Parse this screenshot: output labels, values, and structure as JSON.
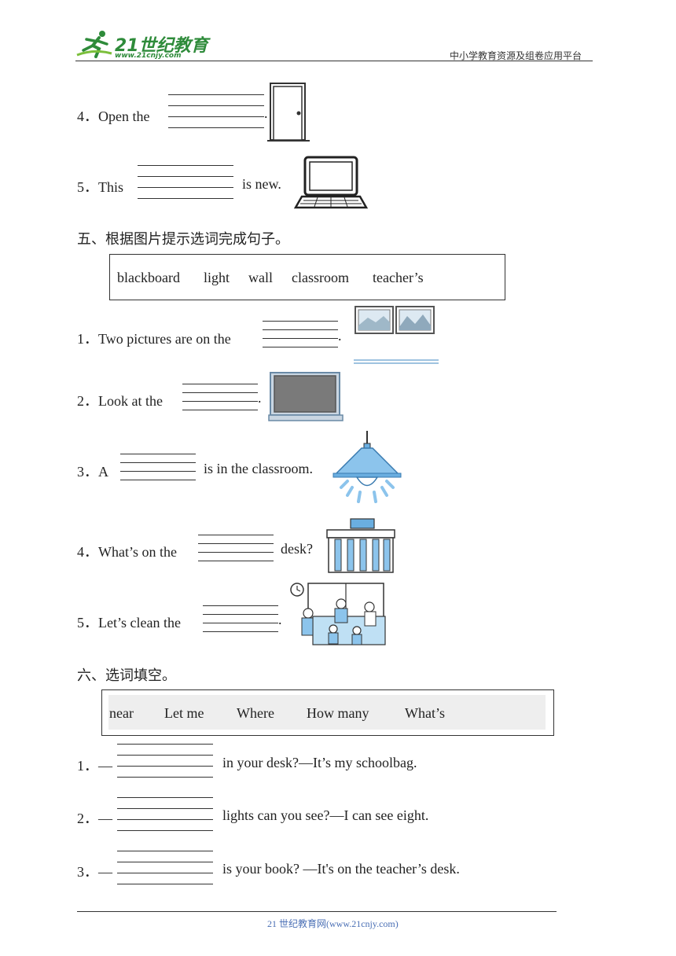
{
  "header": {
    "logo_text": "21世纪教育",
    "logo_url": "www.21cnjy.com",
    "platform": "中小学教育资源及组卷应用平台"
  },
  "part4_tail": {
    "q4": {
      "num": "4．",
      "pre": "Open the",
      "post": "."
    },
    "q5": {
      "num": "5．",
      "pre": "This",
      "post": "is new."
    }
  },
  "section5": {
    "title": "五、根据图片提示选词完成句子。",
    "words": [
      "blackboard",
      "light",
      "wall",
      "classroom",
      "teacher’s"
    ],
    "q1": {
      "num": "1．",
      "pre": "Two  pictures are on the",
      "post": "."
    },
    "q2": {
      "num": "2．",
      "pre": "Look at the",
      "post": "."
    },
    "q3": {
      "num": "3．",
      "pre": "A",
      "post": "is in the classroom."
    },
    "q4": {
      "num": "4．",
      "pre": "What’s on the",
      "post": "desk?"
    },
    "q5": {
      "num": "5．",
      "pre": "Let’s clean the",
      "post": "."
    }
  },
  "section6": {
    "title": "六、选词填空。",
    "words": [
      "near",
      "Let me",
      "Where",
      "How many",
      "What’s"
    ],
    "q1": {
      "num": "1．",
      "pre": "—",
      "post": "in your desk?—It’s my schoolbag."
    },
    "q2": {
      "num": "2．",
      "pre": "—",
      "post": "lights can you see?—I can see eight."
    },
    "q3": {
      "num": "3．",
      "pre": "—",
      "post": "is your book? —It's on the teacher’s desk."
    }
  },
  "footer": {
    "text": "21 世纪教育网(www.21cnjy.com)"
  },
  "colors": {
    "logo_green": "#2e8b3a",
    "lamp_blue": "#6aaee0",
    "footer_blue": "#4a6fb5"
  }
}
